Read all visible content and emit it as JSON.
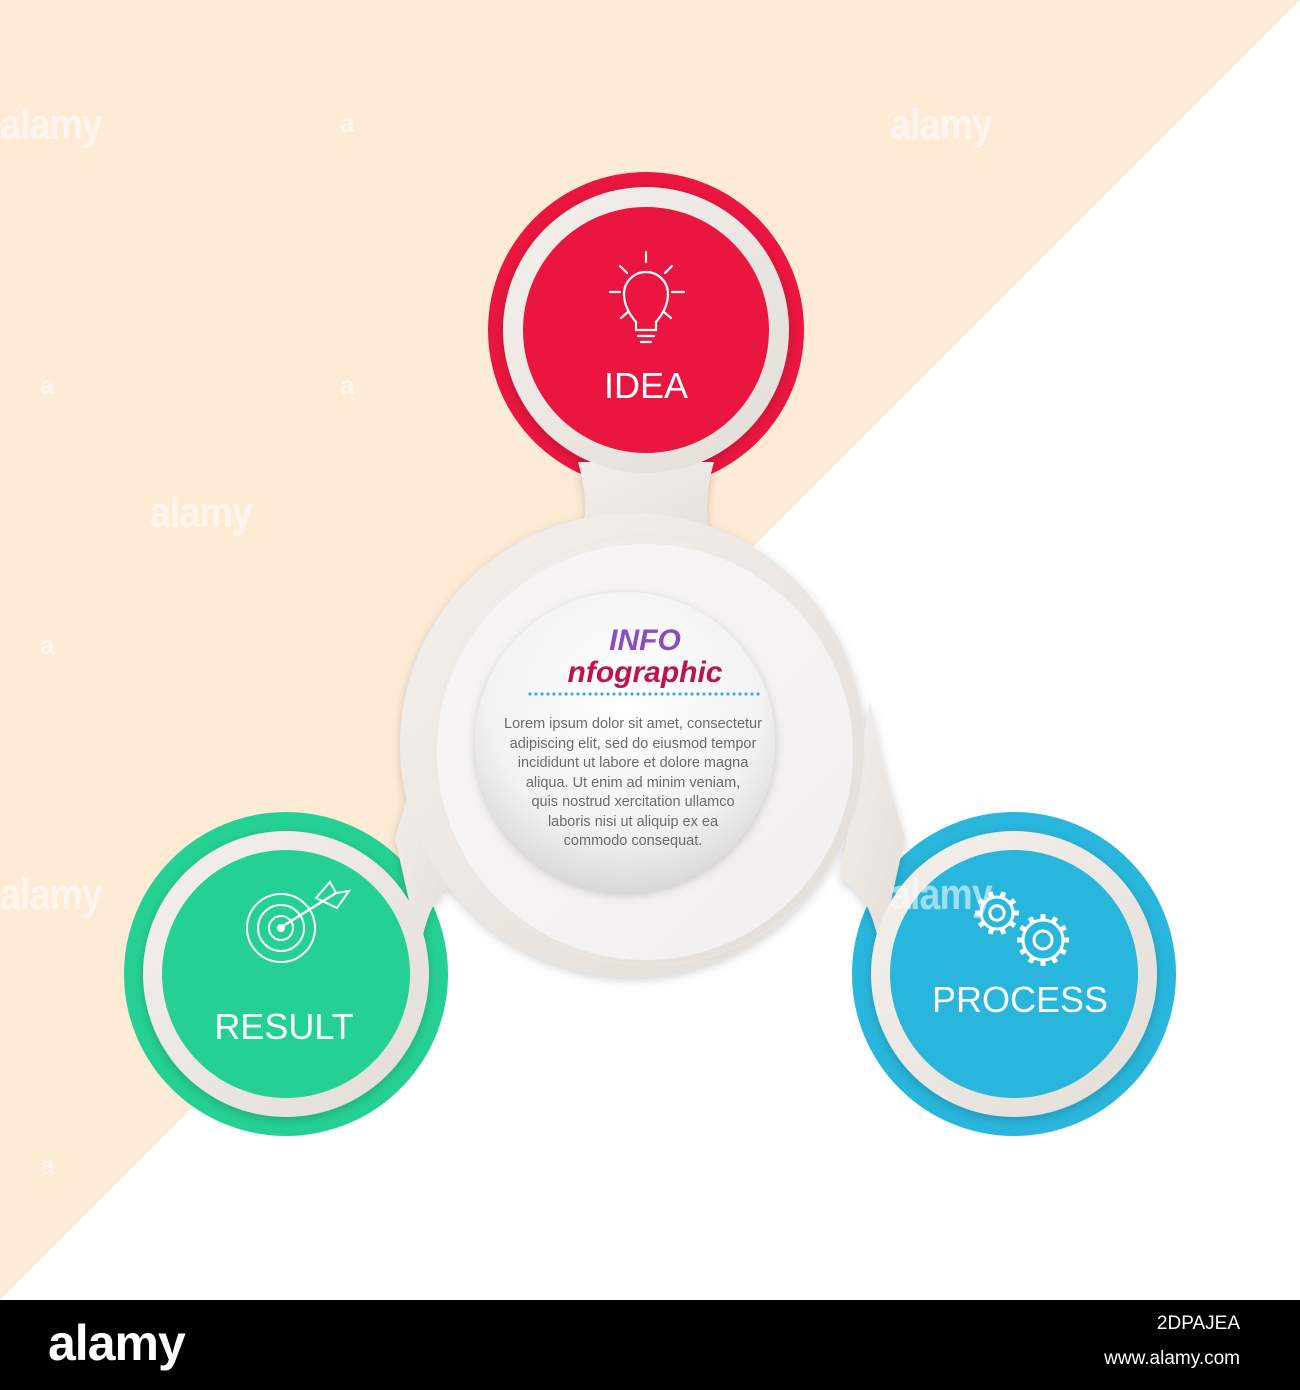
{
  "colors": {
    "background_peach": "#fdebd6",
    "background_white": "#ffffff",
    "idea": "#ea163f",
    "result": "#25d192",
    "process": "#29b6dc",
    "frame": "#ece7e2",
    "info_title": "#8a4ec2",
    "info_subtitle": "#c0134e",
    "dots": "#3fa9f5"
  },
  "center": {
    "title": "INFO",
    "subtitle": "nfographic",
    "body_lines": [
      "Lorem ipsum dolor sit amet, consectetur",
      "adipiscing elit,  sed do eiusmod tempor",
      "incididunt ut labore et dolore magna",
      "aliqua. Ut enim ad minim veniam,",
      "quis nostrud xercitation ullamco",
      "laboris nisi ut aliquip ex ea",
      "commodo consequat."
    ]
  },
  "nodes": {
    "idea": {
      "label": "IDEA",
      "icon": "lightbulb-icon"
    },
    "result": {
      "label": "RESULT",
      "icon": "target-arrow-icon"
    },
    "process": {
      "label": "PROCESS",
      "icon": "gears-icon"
    }
  },
  "watermark": {
    "text": "alamy",
    "letter": "a"
  },
  "footer": {
    "logo": "alamy",
    "image_id": "2DPAJEA",
    "url": "www.alamy.com"
  }
}
